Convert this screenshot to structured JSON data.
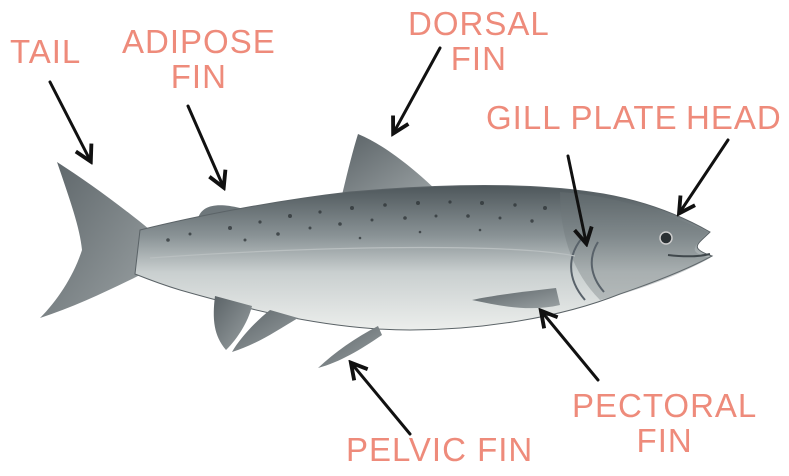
{
  "colors": {
    "label": "#EE8B7B",
    "arrow": "#111111",
    "fish_back": "#4E575B",
    "fish_mid": "#9EA6A9",
    "fish_belly": "#E4E7E6",
    "fin": "#7A8286"
  },
  "labels": {
    "tail": [
      "TAIL"
    ],
    "adipose_fin": [
      "ADIPOSE",
      "FIN"
    ],
    "dorsal_fin": [
      "DORSAL",
      "FIN"
    ],
    "gill_plate": [
      "GILL PLATE"
    ],
    "head": [
      "HEAD"
    ],
    "pectoral_fin": [
      "PECTORAL",
      "FIN"
    ],
    "pelvic_fin": [
      "PELVIC FIN"
    ]
  }
}
